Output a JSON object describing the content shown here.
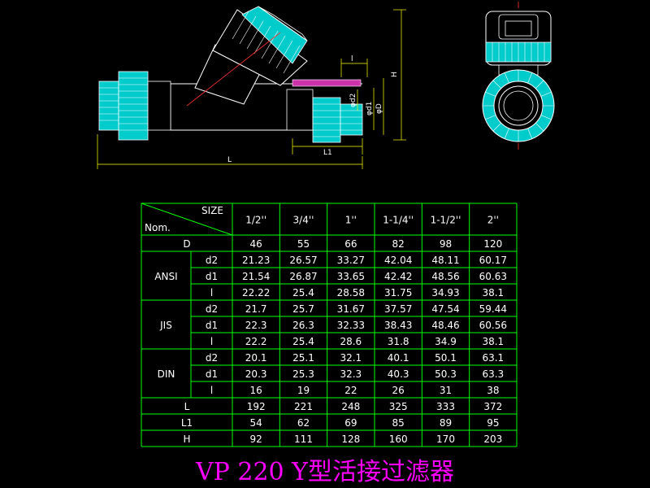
{
  "dimension_labels": {
    "height": "H",
    "top_length": "l",
    "d2": "φd2",
    "d1": "φd1",
    "D": "φD",
    "L1": "L1",
    "L": "L"
  },
  "table": {
    "header_size": "SIZE",
    "header_nom": "Nom.",
    "sizes": [
      "1/2''",
      "3/4''",
      "1''",
      "1-1/4''",
      "1-1/2''",
      "2''"
    ],
    "rows": [
      {
        "group": "D",
        "param": "",
        "values": [
          "46",
          "55",
          "66",
          "82",
          "98",
          "120"
        ]
      },
      {
        "group": "ANSI",
        "param": "d2",
        "values": [
          "21.23",
          "26.57",
          "33.27",
          "42.04",
          "48.11",
          "60.17"
        ]
      },
      {
        "group": "ANSI",
        "param": "d1",
        "values": [
          "21.54",
          "26.87",
          "33.65",
          "42.42",
          "48.56",
          "60.63"
        ]
      },
      {
        "group": "ANSI",
        "param": "l",
        "values": [
          "22.22",
          "25.4",
          "28.58",
          "31.75",
          "34.93",
          "38.1"
        ]
      },
      {
        "group": "JIS",
        "param": "d2",
        "values": [
          "21.7",
          "25.7",
          "31.67",
          "37.57",
          "47.54",
          "59.44"
        ]
      },
      {
        "group": "JIS",
        "param": "d1",
        "values": [
          "22.3",
          "26.3",
          "32.33",
          "38.43",
          "48.46",
          "60.56"
        ]
      },
      {
        "group": "JIS",
        "param": "l",
        "values": [
          "22.2",
          "25.4",
          "28.6",
          "31.8",
          "34.9",
          "38.1"
        ]
      },
      {
        "group": "DIN",
        "param": "d2",
        "values": [
          "20.1",
          "25.1",
          "32.1",
          "40.1",
          "50.1",
          "63.1"
        ]
      },
      {
        "group": "DIN",
        "param": "d1",
        "values": [
          "20.3",
          "25.3",
          "32.3",
          "40.3",
          "50.3",
          "63.3"
        ]
      },
      {
        "group": "DIN",
        "param": "l",
        "values": [
          "16",
          "19",
          "22",
          "26",
          "31",
          "38"
        ]
      },
      {
        "group": "L",
        "param": "",
        "values": [
          "192",
          "221",
          "248",
          "325",
          "333",
          "372"
        ]
      },
      {
        "group": "L1",
        "param": "",
        "values": [
          "54",
          "62",
          "69",
          "85",
          "89",
          "95"
        ]
      },
      {
        "group": "H",
        "param": "",
        "values": [
          "92",
          "111",
          "128",
          "160",
          "170",
          "203"
        ]
      }
    ]
  },
  "title": "VP 220 Y型活接过滤器",
  "colors": {
    "background": "#000000",
    "table_lines": "#00ff00",
    "table_text": "#ffffff",
    "title": "#ff00ff",
    "part_fill": "#00cccc",
    "part_outline": "#ffffff",
    "dimension_lines": "#ffff00",
    "red_centerline": "#ff3333"
  }
}
